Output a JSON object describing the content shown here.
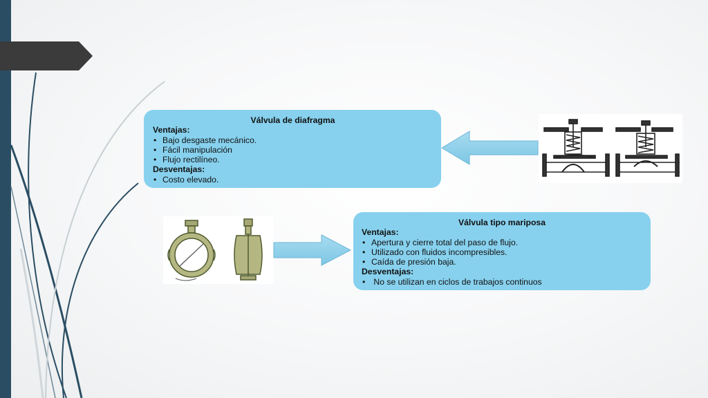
{
  "slide": {
    "diafragma": {
      "title": "Válvula de diafragma",
      "ventajas_label": "Ventajas:",
      "ventajas": [
        "Bajo desgaste mecánico.",
        "Fácil manipulación",
        "Flujo rectilíneo."
      ],
      "desventajas_label": "Desventajas:",
      "desventajas": [
        "Costo elevado."
      ]
    },
    "mariposa": {
      "title": "Válvula tipo mariposa",
      "ventajas_label": "Ventajas:",
      "ventajas": [
        "Apertura y cierre total del paso de flujo.",
        "Utilizado con fluidos incompresibles.",
        "Caída de presión baja."
      ],
      "desventajas_label": "Desventajas:",
      "desventajas": [
        " No se utilizan en ciclos de trabajos continuos"
      ]
    }
  },
  "colors": {
    "box_fill": "#87d1ee",
    "arrow_fill": "#87cde8",
    "left_bar": "#2a4d63",
    "tab": "#3b3b3b"
  },
  "icons": [
    "diaphragm-valve-drawing-icon",
    "butterfly-valve-drawing-icon",
    "arrow-left-icon",
    "arrow-right-icon"
  ]
}
